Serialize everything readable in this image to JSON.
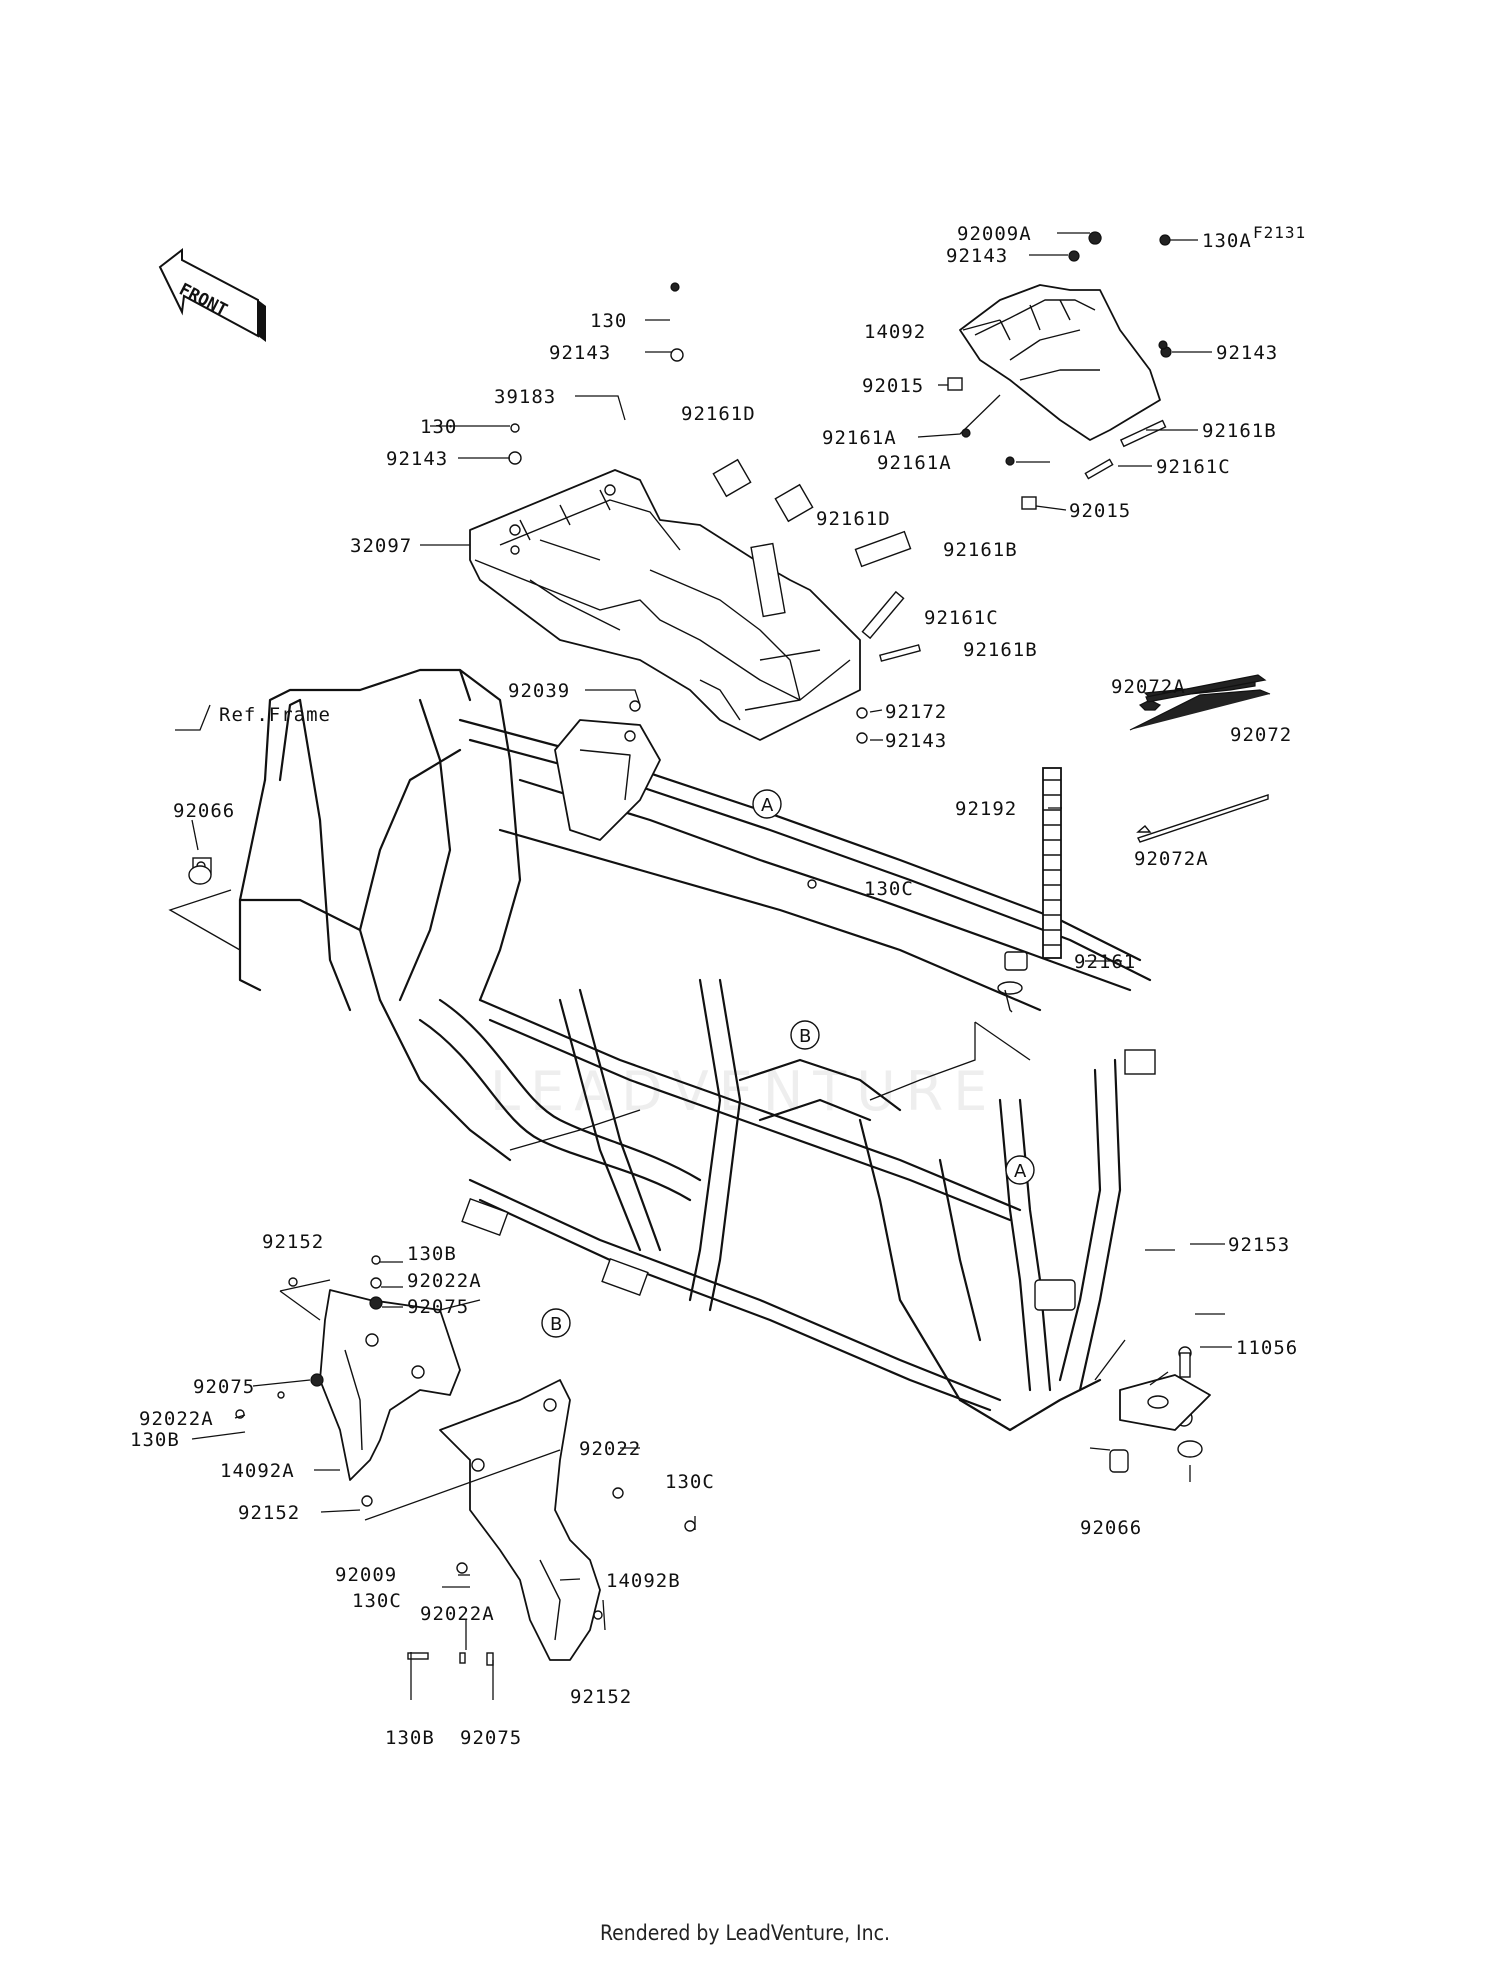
{
  "diagram": {
    "code": "F2131",
    "front_label": "FRONT",
    "ref_frame_label": "Ref.Frame",
    "watermark": "LEADVENTURE",
    "footer": "Rendered by LeadVenture, Inc.",
    "callouts": {
      "a": "A",
      "b": "B"
    },
    "parts": {
      "p92009A": "92009A",
      "p92143_top": "92143",
      "p14092": "14092",
      "p130A": "130A",
      "p92143_right": "92143",
      "p92015_a": "92015",
      "p92161A_a": "92161A",
      "p92161A_b": "92161A",
      "p92161B_a": "92161B",
      "p92161C_a": "92161C",
      "p92015_b": "92015",
      "p130_a": "130",
      "p92143_b": "92143",
      "p39183": "39183",
      "p92161D_a": "92161D",
      "p130_b": "130",
      "p92143_c": "92143",
      "p32097": "32097",
      "p92161D_b": "92161D",
      "p92161B_b": "92161B",
      "p92161C_b": "92161C",
      "p92161B_c": "92161B",
      "p92039": "92039",
      "p92172": "92172",
      "p92143_d": "92143",
      "p92072A_a": "92072A",
      "p92072": "92072",
      "p92072A_b": "92072A",
      "p92192": "92192",
      "p92066_a": "92066",
      "p130C_a": "130C",
      "p92161": "92161",
      "p92152_a": "92152",
      "p130B_a": "130B",
      "p92022A_a": "92022A",
      "p92075_a": "92075",
      "p92153": "92153",
      "p11056": "11056",
      "p92075_b": "92075",
      "p92022A_b": "92022A",
      "p130B_b": "130B",
      "p14092A": "14092A",
      "p92022": "92022",
      "p130C_b": "130C",
      "p92152_b": "92152",
      "p92066_b": "92066",
      "p92009": "92009",
      "p130C_c": "130C",
      "p92022A_c": "92022A",
      "p14092B": "14092B",
      "p92152_c": "92152",
      "p130B_c": "130B",
      "p92075_c": "92075"
    }
  }
}
